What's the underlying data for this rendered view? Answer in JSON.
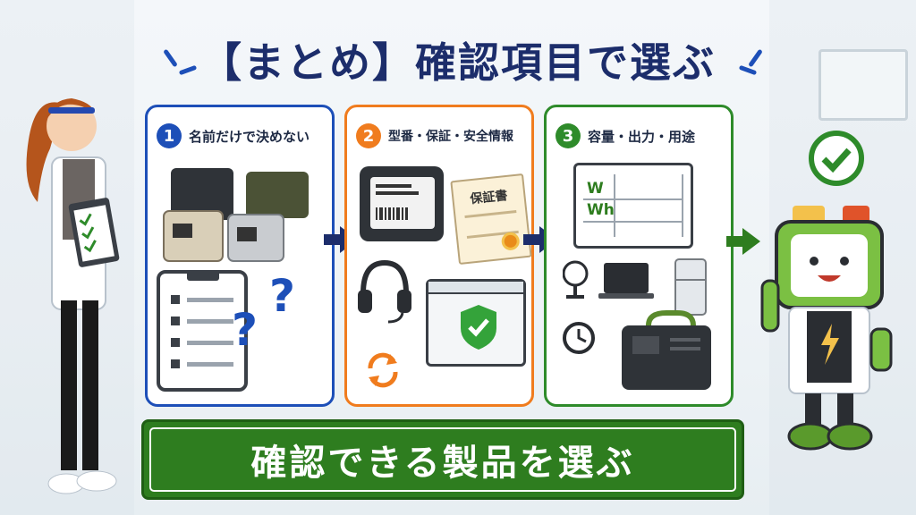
{
  "title": "【まとめ】確認項目で選ぶ",
  "steps": [
    {
      "number": "1",
      "label": "名前だけで決めない",
      "color": "#1d4fb8"
    },
    {
      "number": "2",
      "label": "型番・保証・安全情報",
      "color": "#f07c1e"
    },
    {
      "number": "3",
      "label": "容量・出力・用途",
      "color": "#2e8b2a"
    }
  ],
  "step2": {
    "certificate_label": "保証書"
  },
  "step3": {
    "table_row1": "W",
    "table_row2": "Wh"
  },
  "banner": {
    "label": "確認できる製品を選ぶ"
  },
  "colors": {
    "navy": "#1c2d6b",
    "green": "#2e7d1f",
    "orange": "#f07c1e",
    "blue": "#1d4fb8"
  }
}
